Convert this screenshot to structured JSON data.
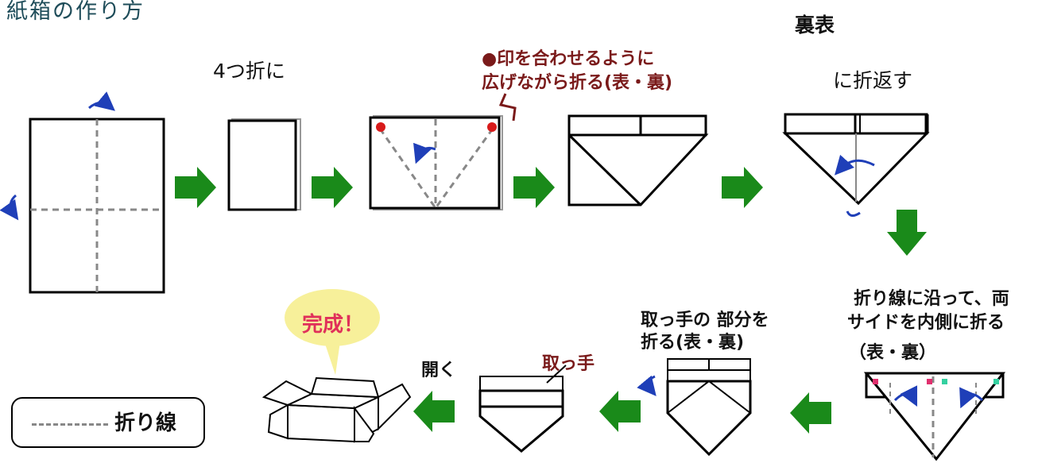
{
  "title": "紙箱の作り方",
  "labels": {
    "fold_four": "4つ折に",
    "match_marks_line1": "●印を合わせるように",
    "match_marks_line2": "広げながら折る(表・裏)",
    "back_front": "裏表",
    "fold_back": "に折返す",
    "fold_sides_line1": "折り線に沿って、両",
    "fold_sides_line2": "サイドを内側に折る",
    "fold_sides_line3": "（表・裏）",
    "fold_handle_line1": "取っ手の 部分を",
    "fold_handle_line2": "折る(表・裏)",
    "handle": "取っ手",
    "open": "開く",
    "complete": "完成！"
  },
  "legend": {
    "label": "折り線"
  },
  "colors": {
    "arrow": "#1a8a1a",
    "fold_arrow": "#1f3fb8",
    "mark": "#d81b1b",
    "mark_pink": "#e0306e",
    "mark_teal": "#34d0a0",
    "fold_line": "#888888",
    "bubble": "#f7f09a"
  }
}
